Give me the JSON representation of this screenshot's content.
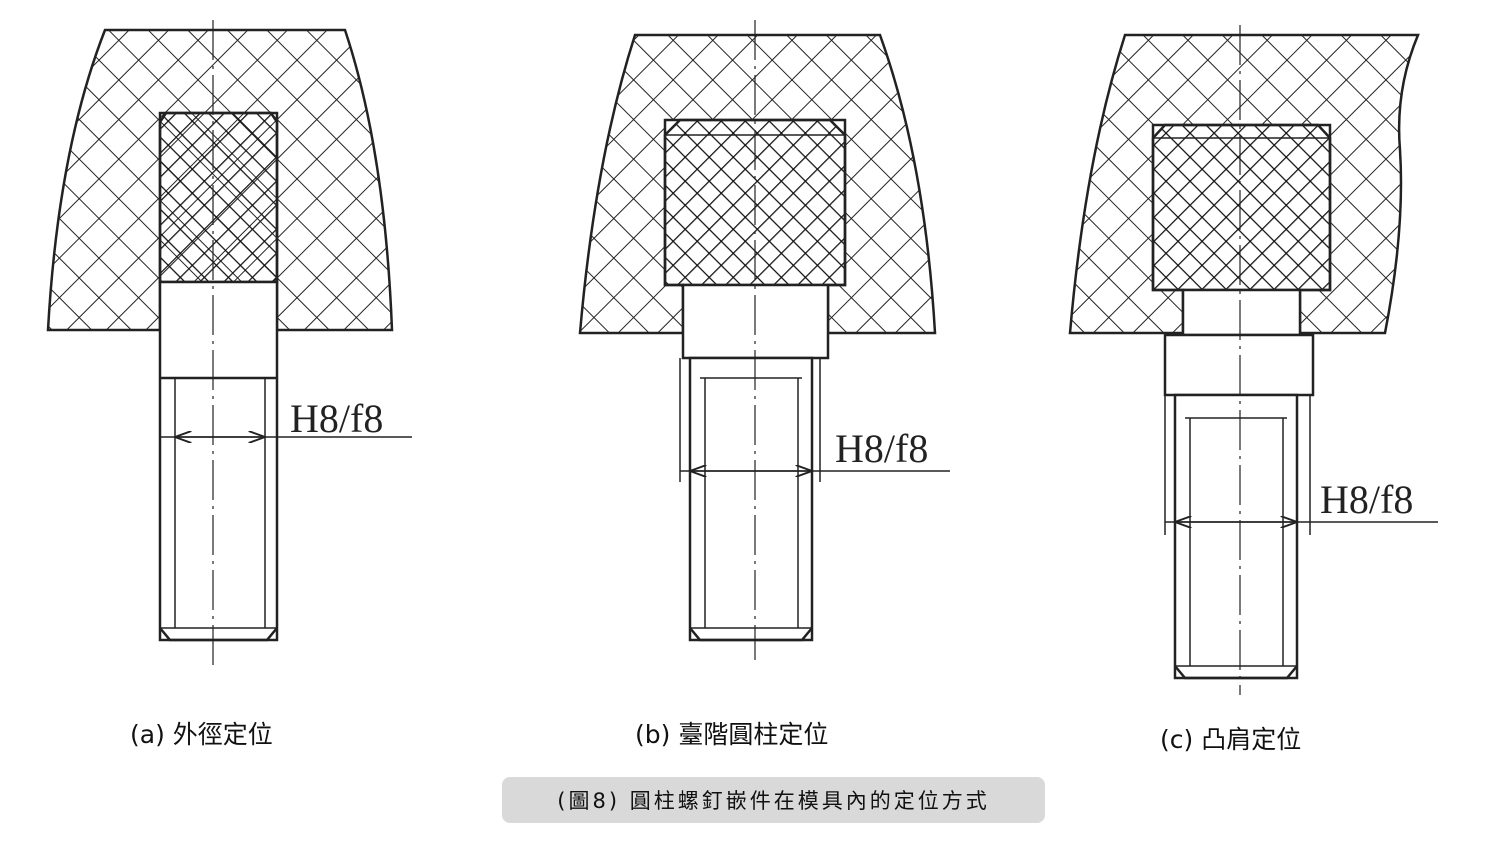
{
  "figures": [
    {
      "label": "(a)  外徑定位",
      "fit": "H8/f8"
    },
    {
      "label": "(b)  臺階圓柱定位",
      "fit": "H8/f8"
    },
    {
      "label": "(c)  凸肩定位",
      "fit": "H8/f8"
    }
  ],
  "caption": "(圖8)  圓柱螺釘嵌件在模具內的定位方式"
}
